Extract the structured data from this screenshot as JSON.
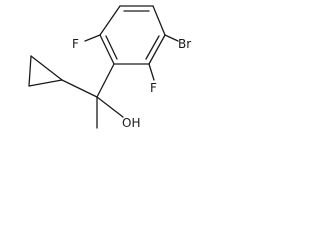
{
  "molecule": {
    "atom_labels": {
      "fluorine_top": "F",
      "bromine": "Br",
      "fluorine_ring": "F",
      "hydroxyl": "OH"
    },
    "colors": {
      "bonds": "#1a1a1a",
      "labels": "#1a1a1a",
      "background": "#ffffff"
    }
  }
}
